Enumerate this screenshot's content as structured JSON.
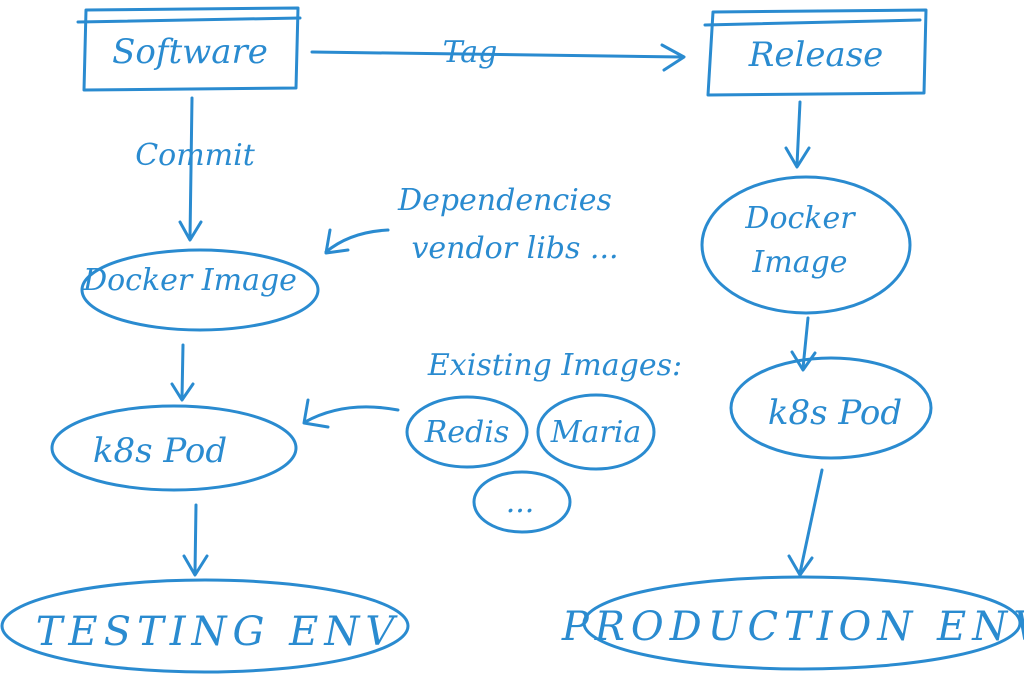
{
  "diagram": {
    "ink_color": "#2a8bd0",
    "nodes": {
      "software": "Software",
      "release": "Release",
      "docker_image_left": "Docker Image",
      "k8s_pod_left": "k8s Pod",
      "testing_env": "TESTING ENV",
      "docker_image_right_line1": "Docker",
      "docker_image_right_line2": "Image",
      "k8s_pod_right": "k8s Pod",
      "production_env": "PRODUCTION ENV",
      "redis": "Redis",
      "maria": "Maria",
      "more_images": "..."
    },
    "edges": {
      "tag": "Tag",
      "commit": "Commit"
    },
    "annotations": {
      "dependencies_line1": "Dependencies",
      "dependencies_line2": "vendor libs ...",
      "existing_images": "Existing Images:"
    }
  }
}
